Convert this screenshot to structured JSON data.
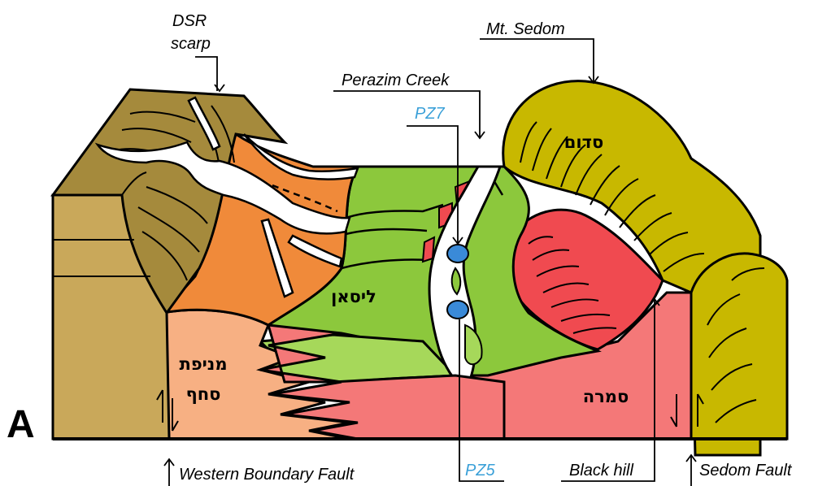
{
  "panel_letter": "A",
  "labels": {
    "dsr_scarp_line1": "DSR",
    "dsr_scarp_line2": "scarp",
    "mt_sedom": "Mt. Sedom",
    "perazim_creek": "Perazim Creek",
    "pz7": "PZ7",
    "pz5": "PZ5",
    "black_hill": "Black hill",
    "sedom_fault": "Sedom Fault",
    "western_boundary_fault": "Western Boundary Fault"
  },
  "units": {
    "sedom": "סדום",
    "lisan": "ליסאן",
    "tseelim_line1": "מניפת",
    "tseelim_line2": "סחף",
    "samra": "סמרה"
  },
  "colors": {
    "scarp_brown": "#a58a3c",
    "scarp_side": "#c9a85a",
    "fan_orange": "#f08a3a",
    "lisan_green": "#8cc83c",
    "lisan_green_light": "#a6d85a",
    "sedom_olive": "#c8b800",
    "samra_red": "#f05a5a",
    "samra_pink": "#f47878",
    "alluvial_peach": "#f7b083",
    "spring_blue": "#3a8ad8",
    "label_blue": "#3aa0d8"
  }
}
